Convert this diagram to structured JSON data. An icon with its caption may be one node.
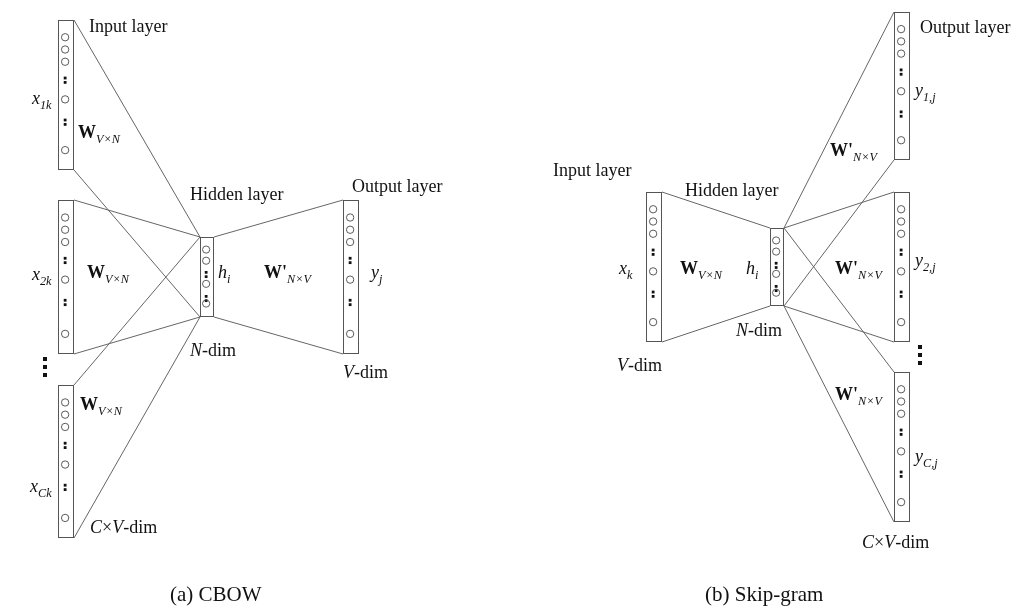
{
  "diagram": {
    "nodes": [
      {
        "text": [],
        "shape": "bar",
        "beside": [
          "Input layer",
          "x$_{1k}$",
          "**W**$_{V×N}$"
        ]
      },
      {
        "text": [],
        "shape": "bar",
        "beside": [
          "x$_{2k}$",
          "**W**$_{V×N}$"
        ]
      },
      {
        "text": [],
        "shape": "bar",
        "beside": [
          "**W**$_{V×N}$",
          "x$_{Ck}$",
          "*C*×*V*-dim"
        ]
      },
      {
        "text": [],
        "shape": "bar",
        "beside": [
          "Hidden layer",
          "h$_{i}$",
          "*N*-dim"
        ]
      },
      {
        "text": [],
        "shape": "bar",
        "beside": [
          "Output layer",
          "y$_{j}$",
          "*V*-dim"
        ]
      },
      {
        "text": [],
        "shape": "bar",
        "beside": [
          "Input layer",
          "x$_{k}$",
          "*V*-dim"
        ]
      },
      {
        "text": [],
        "shape": "bar",
        "beside": [
          "Hidden layer",
          "h$_{i}$",
          "*N*-dim"
        ]
      },
      {
        "text": [],
        "shape": "bar",
        "beside": [
          "Output layer",
          "y$_{1,j}$"
        ]
      },
      {
        "text": [],
        "shape": "bar",
        "beside": [
          "**W'**$_{N×V}$",
          "y$_{2,j}$"
        ]
      },
      {
        "text": [],
        "shape": "bar",
        "beside": [
          "**W'**$_{N×V}$",
          "y$_{C,j}$",
          "*C*×*V*-dim"
        ]
      }
    ],
    "edges": [
      {
        "from": 0,
        "to": 3,
        "arrow": "none"
      },
      {
        "from": 0,
        "to": 3,
        "arrow": "none"
      },
      {
        "from": 1,
        "to": 3,
        "arrow": "none"
      },
      {
        "from": 1,
        "to": 3,
        "arrow": "none"
      },
      {
        "from": 2,
        "to": 3,
        "arrow": "none"
      },
      {
        "from": 2,
        "to": 3,
        "arrow": "none"
      },
      {
        "from": 3,
        "to": 4,
        "arrow": "none"
      },
      {
        "from": 3,
        "to": 4,
        "arrow": "none"
      },
      {
        "from": 5,
        "to": 6,
        "arrow": "none"
      },
      {
        "from": 5,
        "to": 6,
        "arrow": "none"
      },
      {
        "from": 6,
        "to": 7,
        "arrow": "none"
      },
      {
        "from": 6,
        "to": 7,
        "arrow": "none"
      },
      {
        "from": 6,
        "to": 8,
        "arrow": "none"
      },
      {
        "from": 6,
        "to": 8,
        "arrow": "none"
      },
      {
        "from": 6,
        "to": 9,
        "arrow": "none"
      },
      {
        "from": 6,
        "to": 9,
        "arrow": "none"
      }
    ],
    "labels": [
      "**W'**$_{N×V}$",
      "**W'**$_{N×V}$",
      "**W**$_{V×N}$",
      "(a) CBOW",
      "(b) Skip-gram"
    ]
  }
}
